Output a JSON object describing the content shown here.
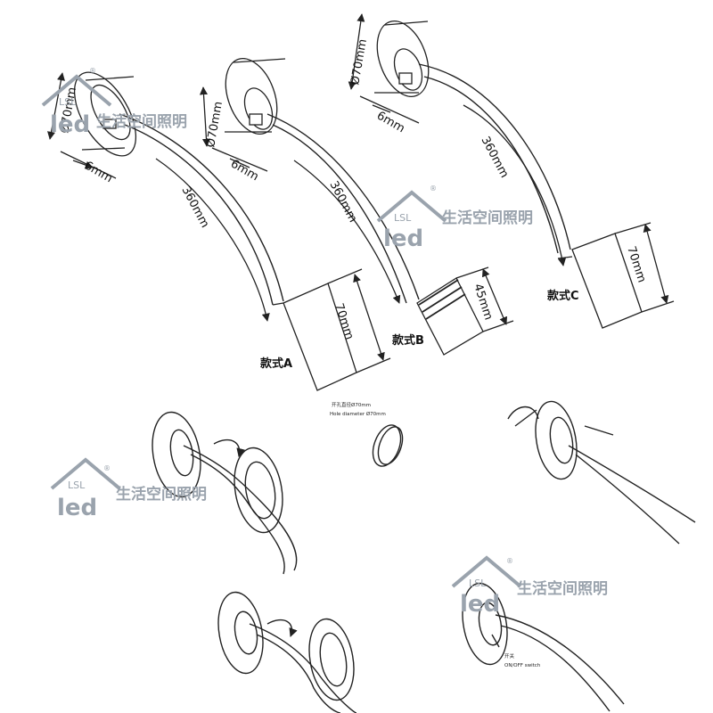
{
  "dimensions": {
    "a_diameter": "Ø70mm",
    "a_depth": "6mm",
    "a_arm_length": "360mm",
    "a_head_length": "70mm",
    "b_diameter": "Ø70mm",
    "b_depth": "6mm",
    "b_arm_length": "360mm",
    "b_head_length": "45mm",
    "c_diameter": "Ø70mm",
    "c_depth": "6mm",
    "c_arm_length": "360mm",
    "c_head_length": "70mm"
  },
  "style_labels": {
    "a": "款式A",
    "b": "款式B",
    "c": "款式C"
  },
  "notes": {
    "hole_line1": "开孔直径Ø70mm",
    "hole_line2": "Hole diameter Ø70mm",
    "switch_line1": "开关",
    "switch_line2": "ON/OFF switch"
  },
  "watermark": {
    "brand": "LSL",
    "name": "生活空间照明",
    "reg": "®"
  },
  "colors": {
    "line": "#222222",
    "watermark": "#9aa3ad"
  }
}
